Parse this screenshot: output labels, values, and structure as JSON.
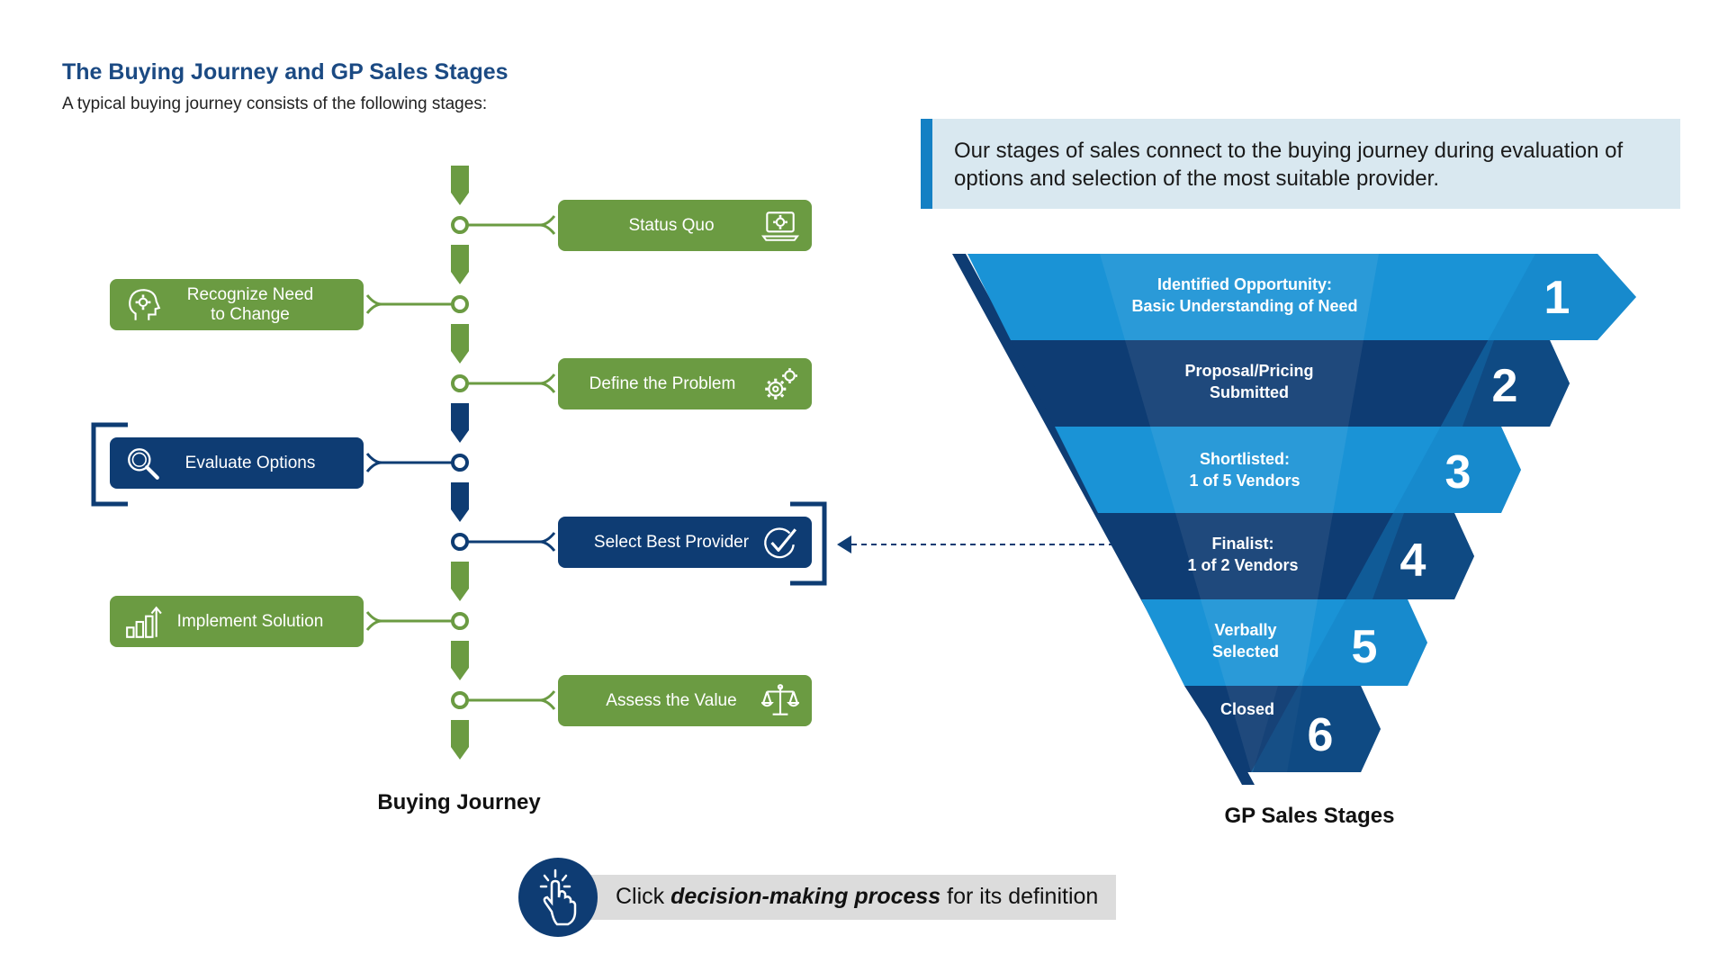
{
  "header": {
    "title": "The Buying Journey and GP Sales Stages",
    "subtitle": "A typical buying journey consists of the following stages:"
  },
  "callout": {
    "text": "Our stages of sales connect to the buying journey during evaluation of options and selection of the most suitable provider."
  },
  "buying_journey": {
    "label": "Buying Journey",
    "stages": [
      {
        "line1": "Status Quo",
        "line2": "",
        "icon": "laptop-gear-icon",
        "side": "right",
        "highlighted": false
      },
      {
        "line1": "Recognize Need",
        "line2": "to Change",
        "icon": "head-gear-icon",
        "side": "left",
        "highlighted": false
      },
      {
        "line1": "Define the Problem",
        "line2": "",
        "icon": "gears-icon",
        "side": "right",
        "highlighted": false
      },
      {
        "line1": "Evaluate Options",
        "line2": "",
        "icon": "magnifier-icon",
        "side": "left",
        "highlighted": true
      },
      {
        "line1": "Select Best Provider",
        "line2": "",
        "icon": "check-circle-icon",
        "side": "right",
        "highlighted": true
      },
      {
        "line1": "Implement Solution",
        "line2": "",
        "icon": "bar-chart-arrow-icon",
        "side": "left",
        "highlighted": false
      },
      {
        "line1": "Assess the Value",
        "line2": "",
        "icon": "scales-icon",
        "side": "right",
        "highlighted": false
      }
    ]
  },
  "sales_stages": {
    "label": "GP Sales Stages",
    "stages": [
      {
        "number": "1",
        "line1": "Identified Opportunity:",
        "line2": "Basic Understanding of Need"
      },
      {
        "number": "2",
        "line1": "Proposal/Pricing",
        "line2": "Submitted"
      },
      {
        "number": "3",
        "line1": "Shortlisted:",
        "line2": "1 of 5 Vendors"
      },
      {
        "number": "4",
        "line1": "Finalist:",
        "line2": "1 of 2 Vendors"
      },
      {
        "number": "5",
        "line1": "Verbally",
        "line2": "Selected"
      },
      {
        "number": "6",
        "line1": "Closed",
        "line2": ""
      }
    ]
  },
  "cta": {
    "prefix": "Click ",
    "emphasis": "decision-making process",
    "suffix": " for its definition",
    "icon": "pointer-hand-icon"
  },
  "colors": {
    "green": "#6b9b42",
    "navy": "#0e3c73",
    "light_blue": "#1a93d6",
    "mid_blue": "#1480c4",
    "title_blue": "#1b4a83"
  }
}
